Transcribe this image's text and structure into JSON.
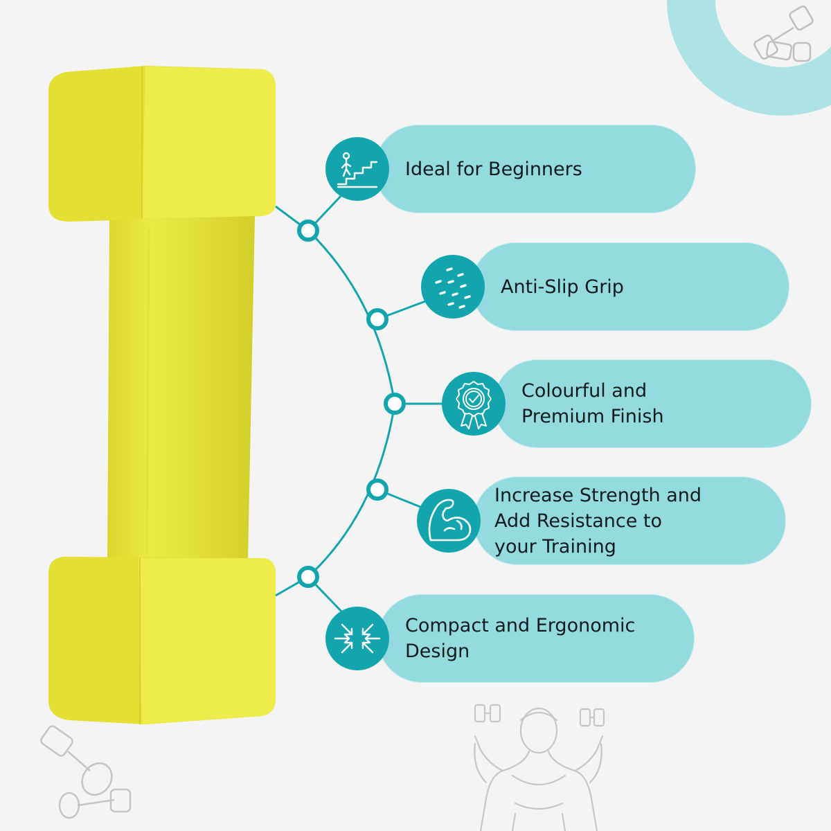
{
  "features": [
    {
      "label": "Ideal for Beginners",
      "icon": "stairs-climbing-icon"
    },
    {
      "label": "Anti-Slip Grip",
      "icon": "grip-dots-icon"
    },
    {
      "label": "Colourful and\nPremium Finish",
      "icon": "award-badge-icon"
    },
    {
      "label": "Increase Strength and\nAdd Resistance to\nyour Training",
      "icon": "flexed-arm-icon"
    },
    {
      "label": "Compact and Ergonomic\nDesign",
      "icon": "compact-arrows-icon"
    }
  ],
  "colors": {
    "background": "#f4f4f4",
    "pill": "#93dbde",
    "accent": "#13a5ad",
    "dumbbell": "#e9e63a",
    "ring": "#ade3e4"
  }
}
